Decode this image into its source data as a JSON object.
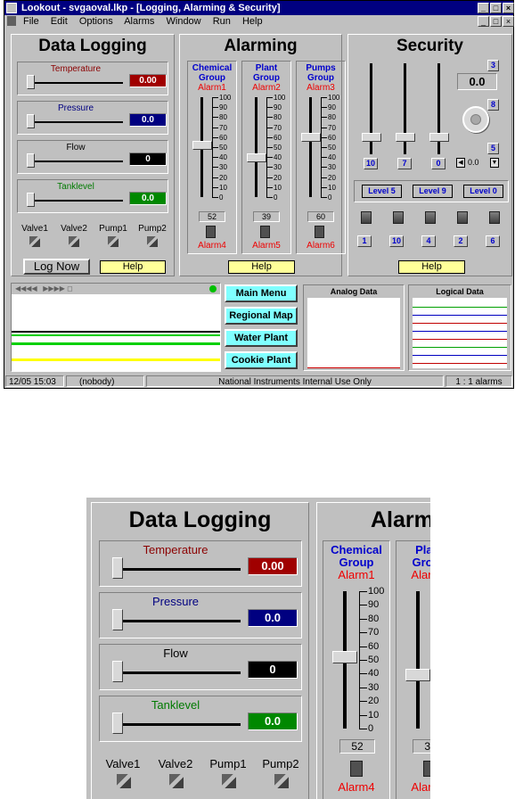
{
  "window": {
    "title": "Lookout - svgaoval.lkp - [Logging, Alarming & Security]",
    "menu": [
      "File",
      "Edit",
      "Options",
      "Alarms",
      "Window",
      "Run",
      "Help"
    ],
    "controls": {
      "min": "_",
      "max": "□",
      "close": "×"
    }
  },
  "logging": {
    "title": "Data Logging",
    "rows": [
      {
        "label": "Temperature",
        "value": "0.00",
        "color": "#8b0000",
        "bg": "#a00000",
        "fg": "#ffffff"
      },
      {
        "label": "Pressure",
        "value": "0.0",
        "color": "#000080",
        "bg": "#000080",
        "fg": "#ffffff"
      },
      {
        "label": "Flow",
        "value": "0",
        "color": "#000000",
        "bg": "#000000",
        "fg": "#ffffff"
      },
      {
        "label": "Tanklevel",
        "value": "0.0",
        "color": "#007a00",
        "bg": "#008800",
        "fg": "#ffffff"
      }
    ],
    "valves": [
      "Valve1",
      "Valve2",
      "Pump1",
      "Pump2"
    ],
    "log_now": "Log Now",
    "help": "Help"
  },
  "alarming": {
    "title": "Alarming",
    "groups": [
      {
        "line1": "Chemical",
        "line2": "Group",
        "alarm": "Alarm1",
        "value": "52",
        "bottom": "Alarm4",
        "level": 0.52
      },
      {
        "line1": "Plant",
        "line2": "Group",
        "alarm": "Alarm2",
        "value": "39",
        "bottom": "Alarm5",
        "level": 0.39
      },
      {
        "line1": "Pumps",
        "line2": "Group",
        "alarm": "Alarm3",
        "value": "60",
        "bottom": "Alarm6",
        "level": 0.6
      }
    ],
    "scale": [
      "100",
      "90",
      "80",
      "70",
      "60",
      "50",
      "40",
      "30",
      "20",
      "10",
      "0"
    ],
    "help": "Help"
  },
  "security": {
    "title": "Security",
    "sliders": [
      {
        "num": "10",
        "level": 0.1
      },
      {
        "num": "7",
        "level": 0.1
      },
      {
        "num": "0",
        "level": 0.1
      }
    ],
    "badge_top": "3",
    "display": "0.0",
    "badge_knob": "8",
    "badge_spin": "5",
    "spin_value": "0.0",
    "levels": [
      "Level 5",
      "Level 9",
      "Level 0"
    ],
    "icon_numbers": [
      "1",
      "10",
      "4",
      "2",
      "6"
    ],
    "help": "Help"
  },
  "bottom": {
    "nav": [
      "Main Menu",
      "Regional Map",
      "Water Plant",
      "Cookie Plant"
    ],
    "analog_title": "Analog Data",
    "logical_title": "Logical Data"
  },
  "status": {
    "time": "12/05 15:03",
    "user": "(nobody)",
    "message": "National Instruments Internal Use Only",
    "alarms": "1 : 1 alarms"
  },
  "colors": {
    "titlebar": "#000080",
    "face": "#c0c0c0",
    "help": "#ffff99",
    "nav": "#80ffff"
  }
}
